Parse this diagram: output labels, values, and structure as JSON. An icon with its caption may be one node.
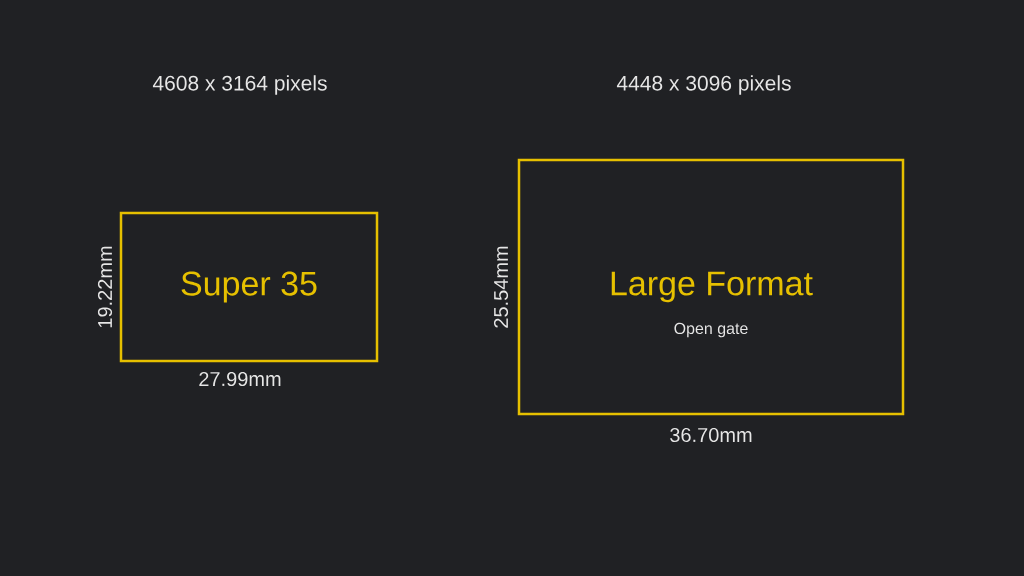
{
  "diagram": {
    "nodes": [
      {
        "text": [
          "Super 35"
        ],
        "beside": [
          "19.22mm",
          "27.99mm"
        ]
      },
      {
        "text": [
          "Large Format",
          "Open gate"
        ],
        "beside": [
          "25.54mm",
          "36.70mm"
        ]
      }
    ],
    "labels": [
      "4608 x 3164 pixels",
      "4448 x 3096 pixels"
    ]
  }
}
